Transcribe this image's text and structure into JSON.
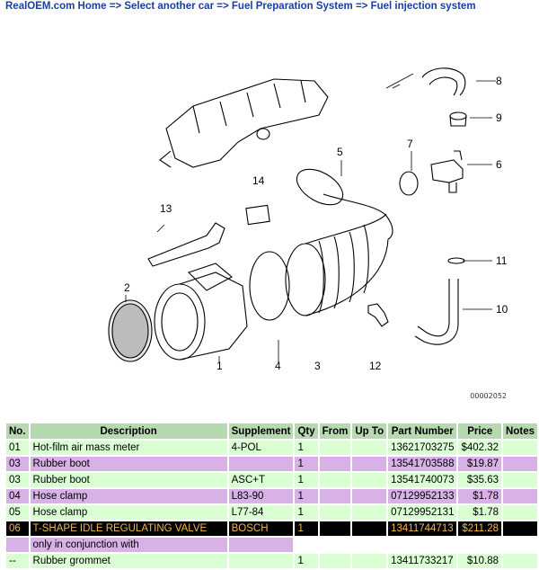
{
  "breadcrumb": {
    "home": "RealOEM.com Home",
    "sep": "=>",
    "select_car": "Select another car",
    "category": "Fuel Preparation System",
    "subcategory": "Fuel injection system"
  },
  "diagram": {
    "id": "00002052",
    "callouts": [
      "1",
      "2",
      "3",
      "4",
      "5",
      "6",
      "7",
      "8",
      "9",
      "10",
      "11",
      "12",
      "13",
      "14"
    ]
  },
  "table": {
    "headers": [
      "No.",
      "Description",
      "Supplement",
      "Qty",
      "From",
      "Up To",
      "Part Number",
      "Price",
      "Notes"
    ],
    "rows": [
      {
        "no": "01",
        "desc": "Hot-film air mass meter",
        "supp": "4-POL",
        "qty": "1",
        "from": "",
        "upto": "",
        "pn": "13621703275",
        "price": "$402.32",
        "notes": ""
      },
      {
        "no": "03",
        "desc": "Rubber boot",
        "supp": "",
        "qty": "1",
        "from": "",
        "upto": "",
        "pn": "13541703588",
        "price": "$19.87",
        "notes": ""
      },
      {
        "no": "03",
        "desc": "Rubber boot",
        "supp": "ASC+T",
        "qty": "1",
        "from": "",
        "upto": "",
        "pn": "13541740073",
        "price": "$35.63",
        "notes": ""
      },
      {
        "no": "04",
        "desc": "Hose clamp",
        "supp": "L83-90",
        "qty": "1",
        "from": "",
        "upto": "",
        "pn": "07129952133",
        "price": "$1.78",
        "notes": ""
      },
      {
        "no": "05",
        "desc": "Hose clamp",
        "supp": "L77-84",
        "qty": "1",
        "from": "",
        "upto": "",
        "pn": "07129952131",
        "price": "$1.78",
        "notes": ""
      },
      {
        "no": "06",
        "desc": "T-SHAPE IDLE REGULATING VALVE",
        "supp": "BOSCH",
        "qty": "1",
        "from": "",
        "upto": "",
        "pn": "13411744713",
        "price": "$211.28",
        "notes": ""
      },
      {
        "no": "",
        "desc": "only in conjunction with",
        "supp": "",
        "qty": "",
        "from": "",
        "upto": "",
        "pn": "",
        "price": "",
        "notes": ""
      },
      {
        "no": "--",
        "desc": "Rubber grommet",
        "supp": "",
        "qty": "1",
        "from": "",
        "upto": "",
        "pn": "13411733217",
        "price": "$10.88",
        "notes": ""
      }
    ]
  }
}
